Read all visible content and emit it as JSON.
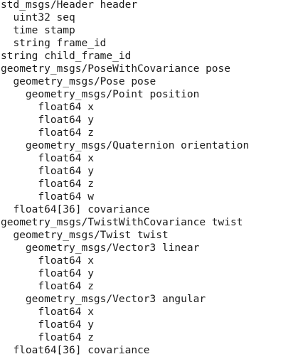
{
  "lines": [
    {
      "text": "std_msgs/Header header",
      "indent": 0
    },
    {
      "text": "uint32 seq",
      "indent": 1
    },
    {
      "text": "time stamp",
      "indent": 1
    },
    {
      "text": "string frame_id",
      "indent": 1
    },
    {
      "text": "string child_frame_id",
      "indent": 0
    },
    {
      "text": "geometry_msgs/PoseWithCovariance pose",
      "indent": 0
    },
    {
      "text": "geometry_msgs/Pose pose",
      "indent": 1
    },
    {
      "text": "geometry_msgs/Point position",
      "indent": 2
    },
    {
      "text": "float64 x",
      "indent": 3
    },
    {
      "text": "float64 y",
      "indent": 3
    },
    {
      "text": "float64 z",
      "indent": 3
    },
    {
      "text": "geometry_msgs/Quaternion orientation",
      "indent": 2
    },
    {
      "text": "float64 x",
      "indent": 3
    },
    {
      "text": "float64 y",
      "indent": 3
    },
    {
      "text": "float64 z",
      "indent": 3
    },
    {
      "text": "float64 w",
      "indent": 3
    },
    {
      "text": "float64[36] covariance",
      "indent": 1
    },
    {
      "text": "geometry_msgs/TwistWithCovariance twist",
      "indent": 0
    },
    {
      "text": "geometry_msgs/Twist twist",
      "indent": 1
    },
    {
      "text": "geometry_msgs/Vector3 linear",
      "indent": 2
    },
    {
      "text": "float64 x",
      "indent": 3
    },
    {
      "text": "float64 y",
      "indent": 3
    },
    {
      "text": "float64 z",
      "indent": 3
    },
    {
      "text": "geometry_msgs/Vector3 angular",
      "indent": 2
    },
    {
      "text": "float64 x",
      "indent": 3
    },
    {
      "text": "float64 y",
      "indent": 3
    },
    {
      "text": "float64 z",
      "indent": 3
    },
    {
      "text": "float64[36] covariance",
      "indent": 1
    }
  ]
}
